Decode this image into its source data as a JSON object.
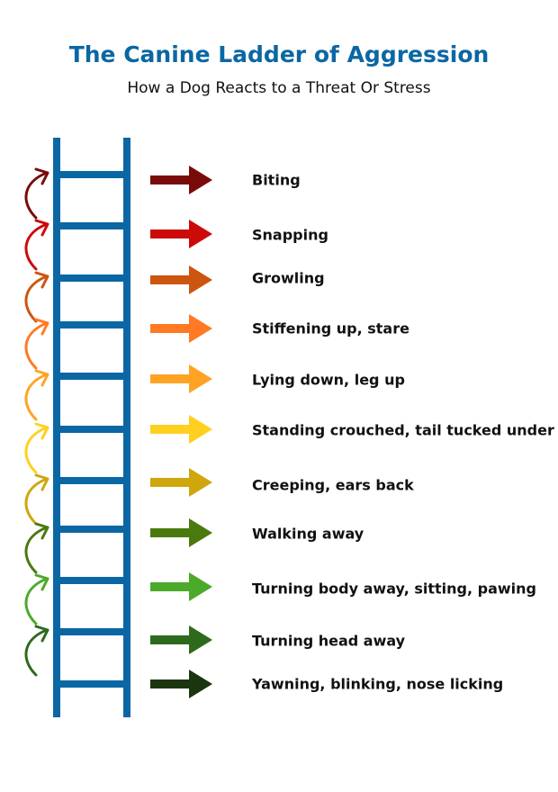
{
  "title": "The Canine Ladder of Aggression",
  "subtitle": "How a Dog Reacts to a Threat Or Stress",
  "ladder_color": "#0b67a3",
  "steps": [
    {
      "label": "Biting",
      "color": "#7a0b0b"
    },
    {
      "label": "Snapping",
      "color": "#cc0a0a"
    },
    {
      "label": "Growling",
      "color": "#cc5510"
    },
    {
      "label": "Stiffening up, stare",
      "color": "#ff7a22"
    },
    {
      "label": "Lying down, leg up",
      "color": "#ffa325"
    },
    {
      "label": "Standing crouched, tail tucked under",
      "color": "#ffd020"
    },
    {
      "label": "Creeping, ears back",
      "color": "#cfa60e"
    },
    {
      "label": "Walking away",
      "color": "#4a7a0e"
    },
    {
      "label": "Turning body away, sitting, pawing",
      "color": "#4caa2a"
    },
    {
      "label": "Turning head away",
      "color": "#2e6a1e"
    },
    {
      "label": "Yawning, blinking, nose licking",
      "color": "#1a3510"
    }
  ]
}
